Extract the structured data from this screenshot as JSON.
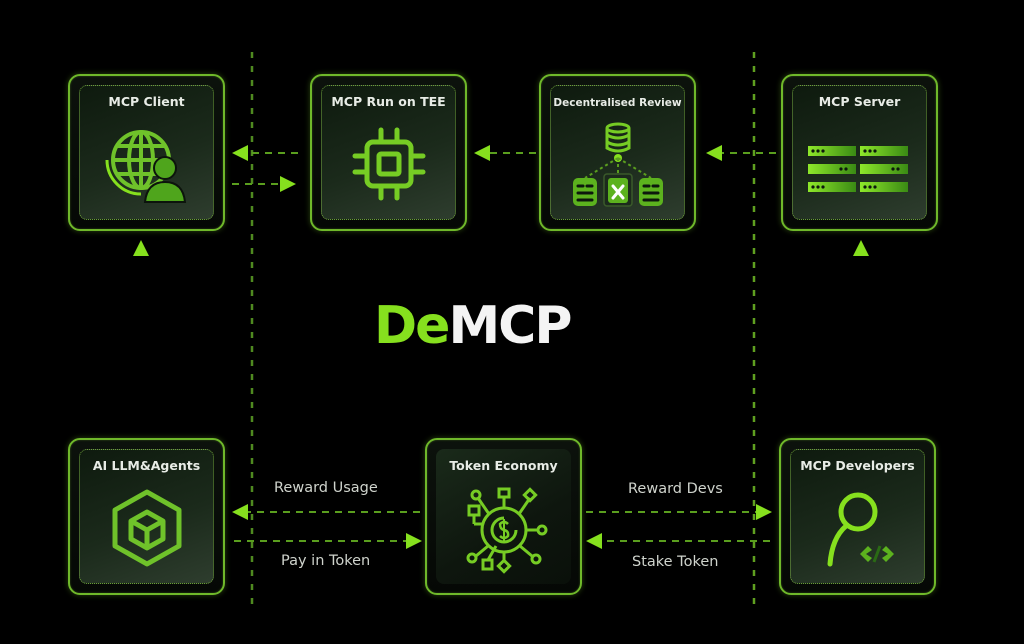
{
  "logo": {
    "prefix": "De",
    "suffix": "MCP"
  },
  "nodes": {
    "mcp_client": {
      "title": "MCP Client",
      "icon": "globe-user-icon"
    },
    "mcp_tee": {
      "title": "MCP Run on TEE",
      "icon": "cpu-chip-icon"
    },
    "review": {
      "title": "Decentralised Review",
      "icon": "database-review-icon"
    },
    "mcp_server": {
      "title": "MCP Server",
      "icon": "server-rack-icon"
    },
    "ai_agents": {
      "title": "AI LLM&Agents",
      "icon": "cube-icon"
    },
    "token_economy": {
      "title": "Token Economy",
      "icon": "dollar-network-icon"
    },
    "developers": {
      "title": "MCP Developers",
      "icon": "developer-code-icon"
    }
  },
  "flows": {
    "reward_usage": "Reward Usage",
    "pay_in_token": "Pay in Token",
    "reward_devs": "Reward Devs",
    "stake_token": "Stake Token"
  },
  "colors": {
    "accent": "#86e01e",
    "border": "#6fb82a",
    "background": "#000000",
    "text": "#e8ece6"
  }
}
